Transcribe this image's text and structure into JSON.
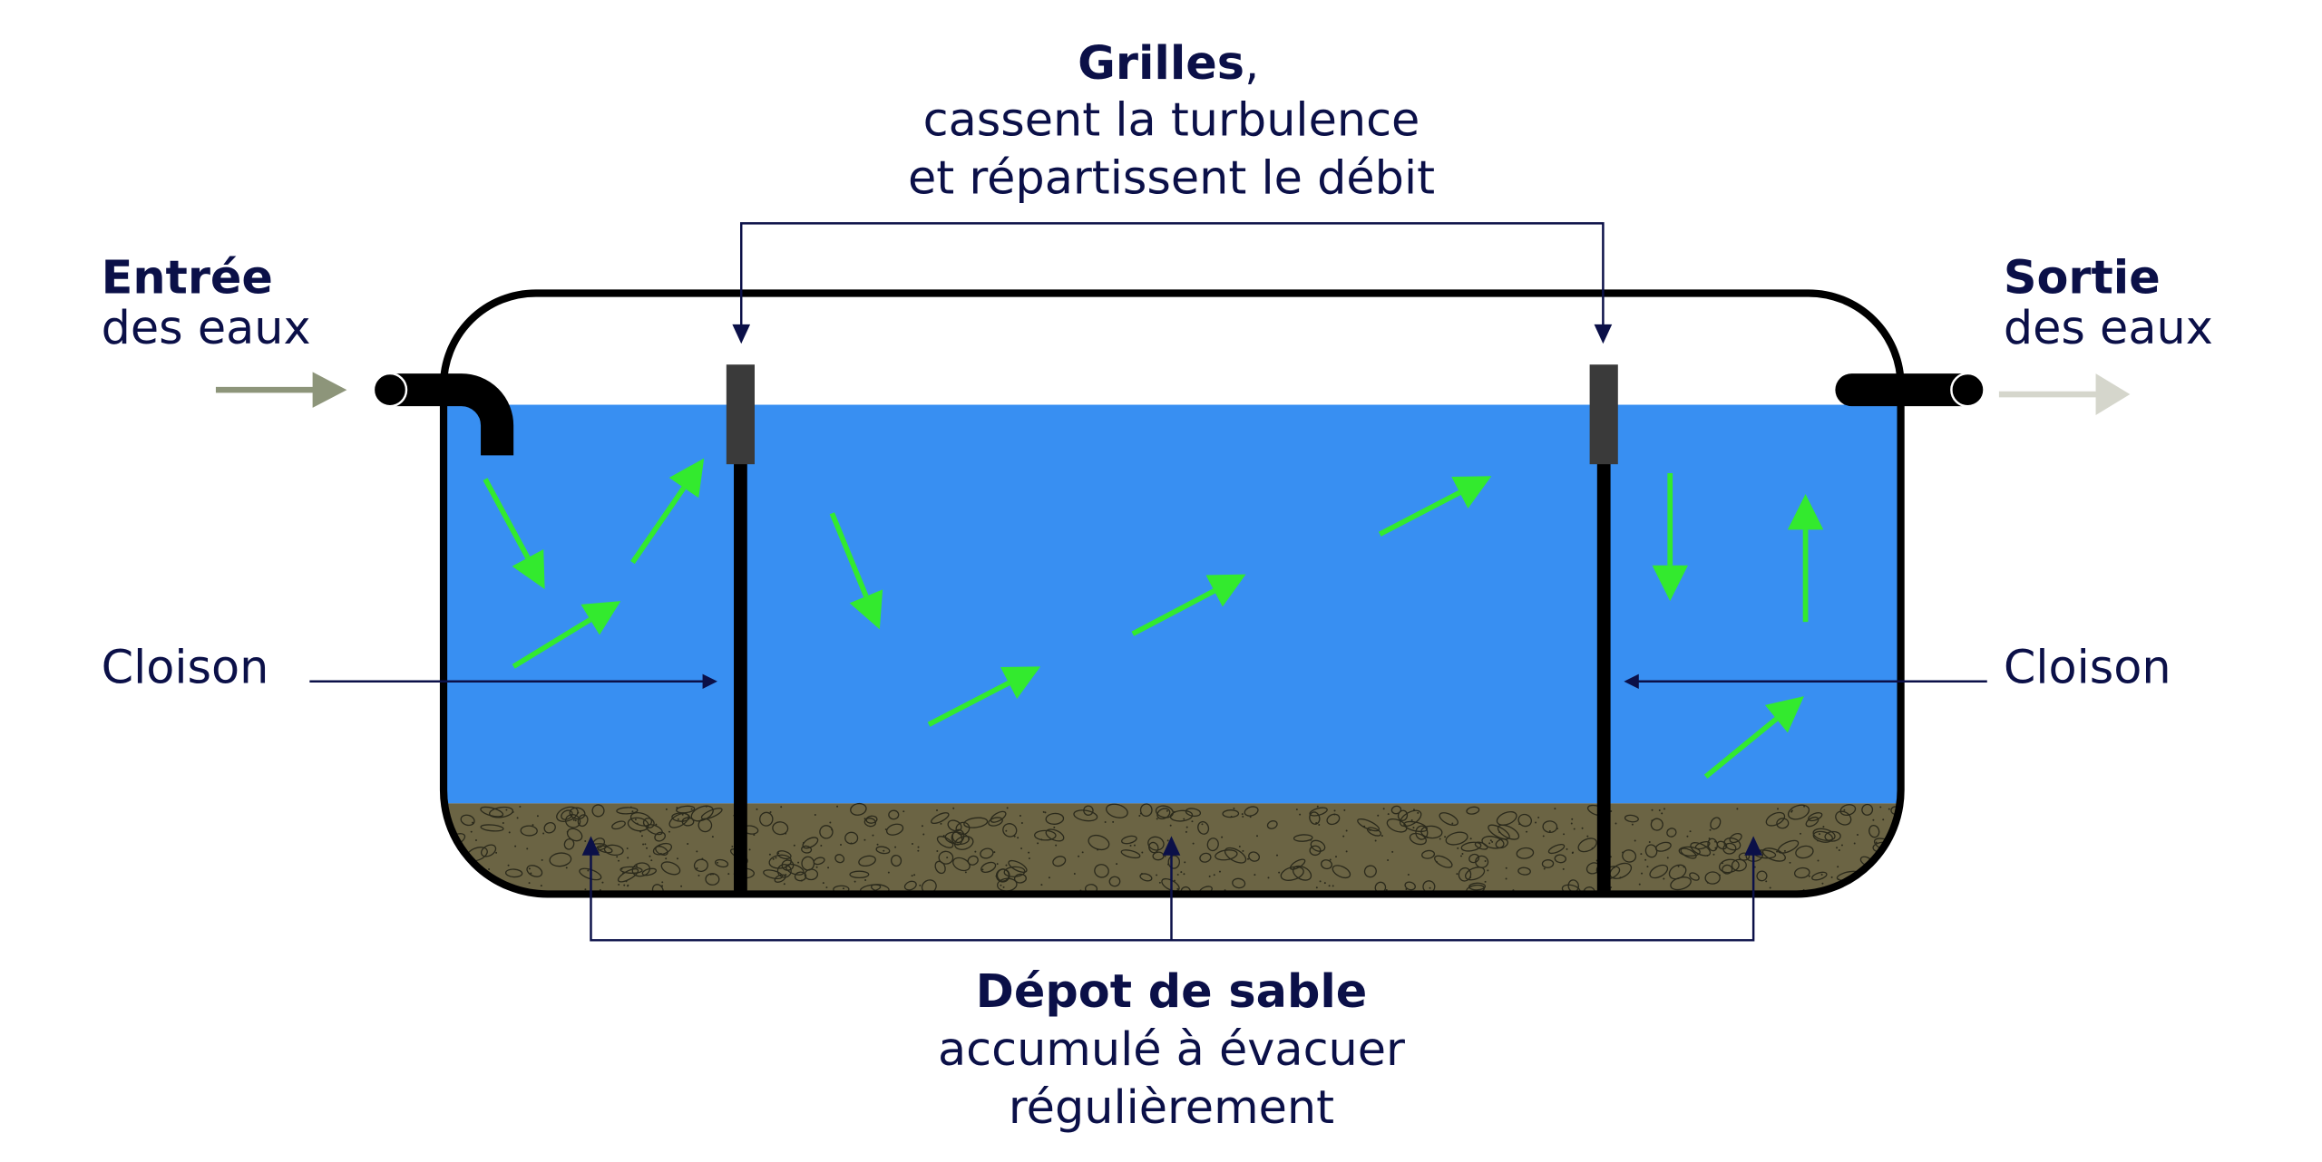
{
  "grilles": {
    "title": "Grilles",
    "title_suffix": ",",
    "line1": "cassent la turbulence",
    "line2": "et répartissent le débit"
  },
  "inlet": {
    "title": "Entrée",
    "subtitle": "des eaux"
  },
  "outlet": {
    "title": "Sortie",
    "subtitle": "des eaux"
  },
  "partition_left": {
    "label": "Cloison"
  },
  "partition_right": {
    "label": "Cloison"
  },
  "sand": {
    "title": "Dépot de sable",
    "line1": "accumulé à évacuer",
    "line2": "régulièrement"
  },
  "colors": {
    "water": "#388ff2",
    "sand": "#6b6444",
    "flow_arrow": "#33ea2e",
    "label": "#0b1048",
    "grille": "#3a3a3a",
    "inlet_arrow": "#8d957a",
    "outlet_arrow": "#d5d6cc"
  }
}
